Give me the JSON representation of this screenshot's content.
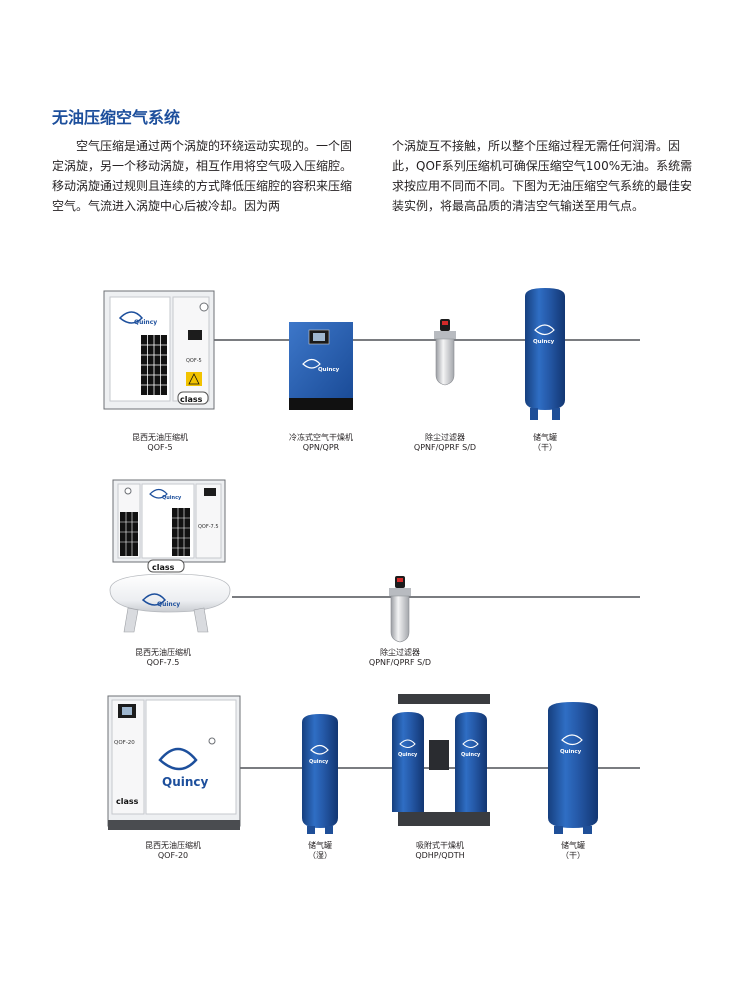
{
  "heading": "无油压缩空气系统",
  "intro_left": "空气压缩是通过两个涡旋的环绕运动实现的。一个固定涡旋，另一个移动涡旋，相互作用将空气吸入压缩腔。移动涡旋通过规则且连续的方式降低压缩腔的容积来压缩空气。气流进入涡旋中心后被冷却。因为两",
  "intro_right": "个涡旋互不接触，所以整个压缩过程无需任何润滑。因此，QOF系列压缩机可确保压缩空气100%无油。系统需求按应用不同而不同。下图为无油压缩空气系统的最佳安装实例，将最高品质的清洁空气输送至用气点。",
  "brand": "Quincy",
  "product_line": "class",
  "colors": {
    "brand_blue": "#1d4f9c",
    "tank_blue": "#1f5aa8",
    "pipe": "#7a7c80",
    "cabinet": "#eef0f2"
  },
  "system1": {
    "compressor": {
      "name": "昆西无油压缩机",
      "model": "QOF-5",
      "label_on_unit": "QOF-5"
    },
    "dryer": {
      "name": "冷冻式空气干燥机",
      "model": "QPN/QPR"
    },
    "filter": {
      "name": "除尘过滤器",
      "model": "QPNF/QPRF S/D"
    },
    "tank": {
      "name": "储气罐",
      "note": "（干）"
    }
  },
  "system2": {
    "compressor": {
      "name": "昆西无油压缩机",
      "model": "QOF-7.5",
      "label_on_unit": "QOF-7.5"
    },
    "filter": {
      "name": "除尘过滤器",
      "model": "QPNF/QPRF S/D"
    }
  },
  "system3": {
    "compressor": {
      "name": "昆西无油压缩机",
      "model": "QOF-20",
      "label_on_unit": "QOF-20"
    },
    "wet_tank": {
      "name": "储气罐",
      "note": "（湿）"
    },
    "desiccant_dryer": {
      "name": "吸附式干燥机",
      "model": "QDHP/QDTH"
    },
    "dry_tank": {
      "name": "储气罐",
      "note": "（干）"
    }
  }
}
